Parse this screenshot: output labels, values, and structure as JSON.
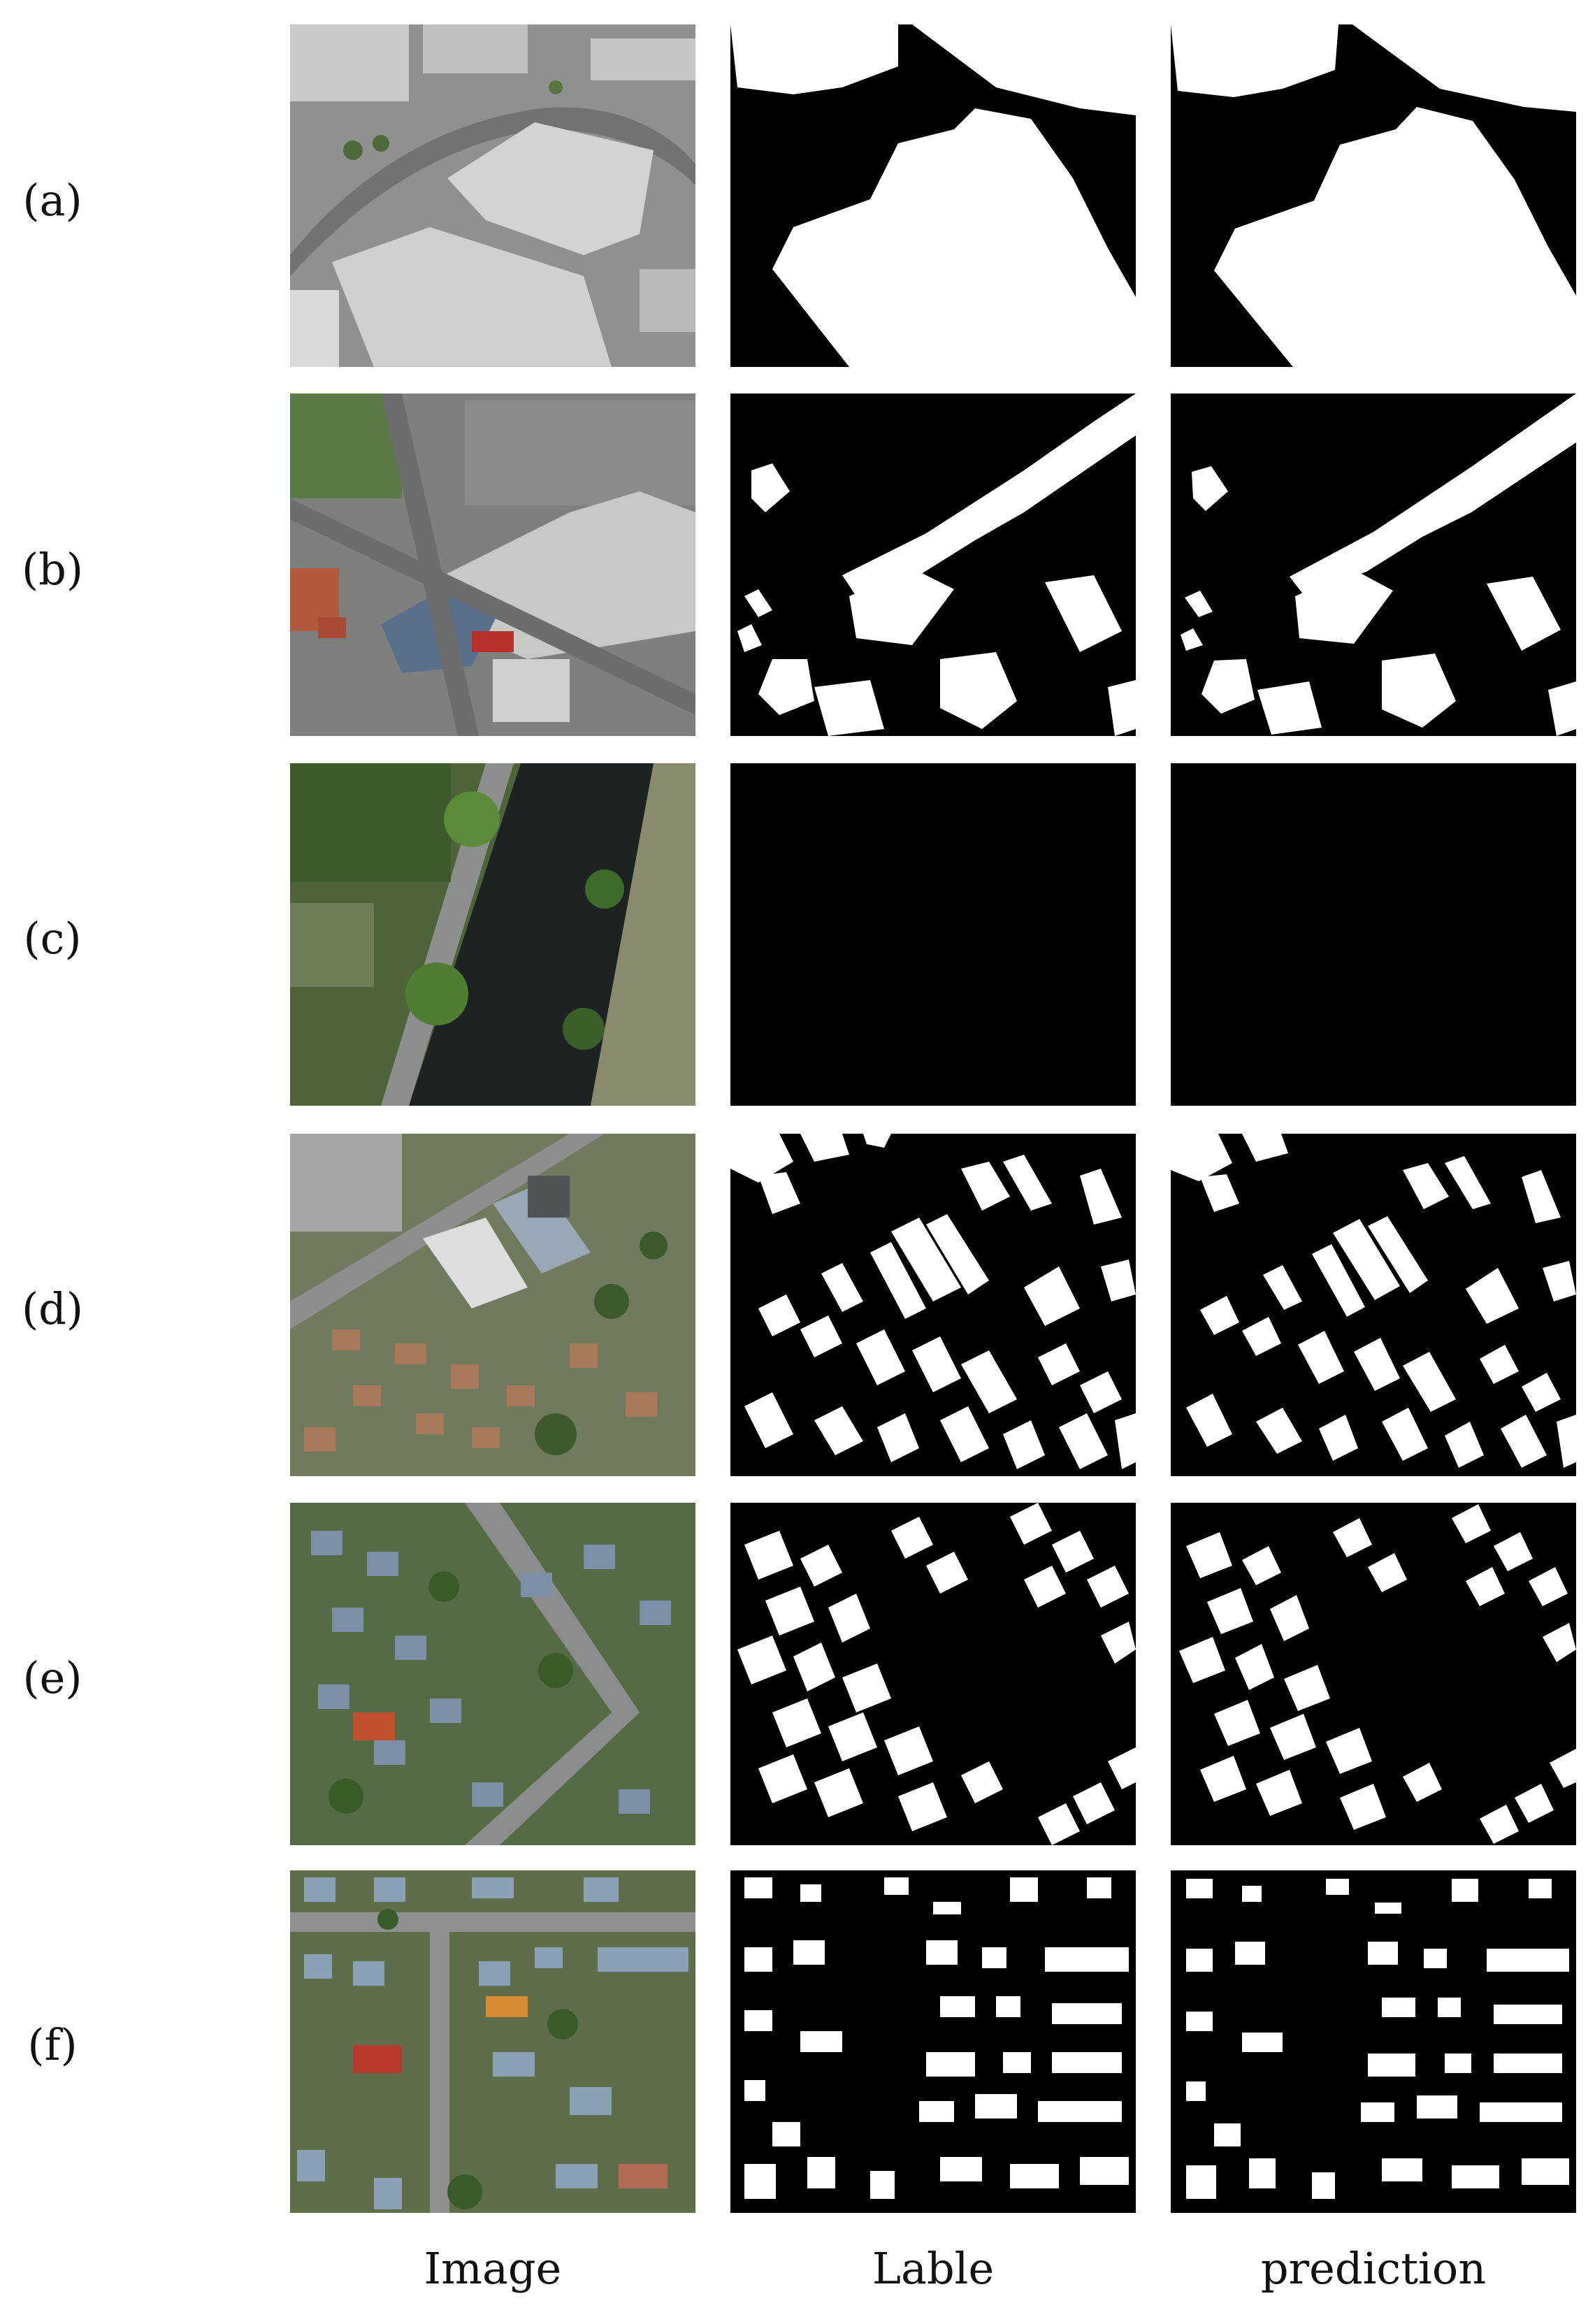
{
  "rows": [
    {
      "id": "a",
      "label": "(a)"
    },
    {
      "id": "b",
      "label": "(b)"
    },
    {
      "id": "c",
      "label": "(c)"
    },
    {
      "id": "d",
      "label": "(d)"
    },
    {
      "id": "e",
      "label": "(e)"
    },
    {
      "id": "f",
      "label": "(f)"
    }
  ],
  "columns": [
    {
      "id": "image",
      "label": "Image"
    },
    {
      "id": "label",
      "label": "Lable"
    },
    {
      "id": "prediction",
      "label": "prediction"
    }
  ],
  "colors": {
    "background": "#ffffff",
    "mask_background": "#000000",
    "mask_building": "#ffffff",
    "text": "#111111"
  }
}
